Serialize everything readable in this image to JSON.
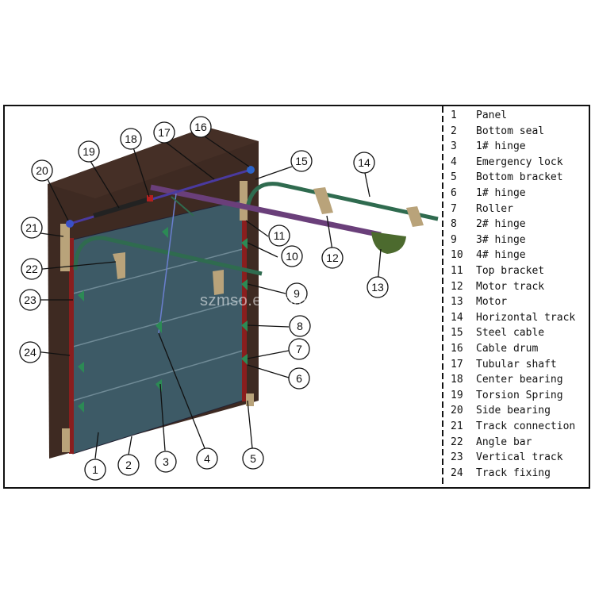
{
  "watermark": "szmso.en.com",
  "legend": [
    {
      "num": "1",
      "label": "Panel"
    },
    {
      "num": "2",
      "label": "Bottom seal"
    },
    {
      "num": "3",
      "label": "1# hinge"
    },
    {
      "num": "4",
      "label": "Emergency lock"
    },
    {
      "num": "5",
      "label": "Bottom bracket"
    },
    {
      "num": "6",
      "label": "1# hinge"
    },
    {
      "num": "7",
      "label": "Roller"
    },
    {
      "num": "8",
      "label": "2# hinge"
    },
    {
      "num": "9",
      "label": "3# hinge"
    },
    {
      "num": "10",
      "label": "4# hinge"
    },
    {
      "num": "11",
      "label": "Top bracket"
    },
    {
      "num": "12",
      "label": "Motor track"
    },
    {
      "num": "13",
      "label": "Motor"
    },
    {
      "num": "14",
      "label": "Horizontal track"
    },
    {
      "num": "15",
      "label": "Steel cable"
    },
    {
      "num": "16",
      "label": "Cable drum"
    },
    {
      "num": "17",
      "label": "Tubular shaft"
    },
    {
      "num": "18",
      "label": "Center bearing"
    },
    {
      "num": "19",
      "label": "Torsion Spring"
    },
    {
      "num": "20",
      "label": "Side bearing"
    },
    {
      "num": "21",
      "label": "Track connection"
    },
    {
      "num": "22",
      "label": "Angle bar"
    },
    {
      "num": "23",
      "label": "Vertical track"
    },
    {
      "num": "24",
      "label": "Track fixing"
    }
  ],
  "colors": {
    "wall": "#3e2a22",
    "panel": "#3d5a66",
    "track": "#2f6b4f",
    "hinge": "#2c8a55",
    "motor_track": "#6a3f7a",
    "shaft": "#4a3aa0",
    "vertical_track": "#8a1e1e",
    "bracket": "#b9a37a"
  }
}
